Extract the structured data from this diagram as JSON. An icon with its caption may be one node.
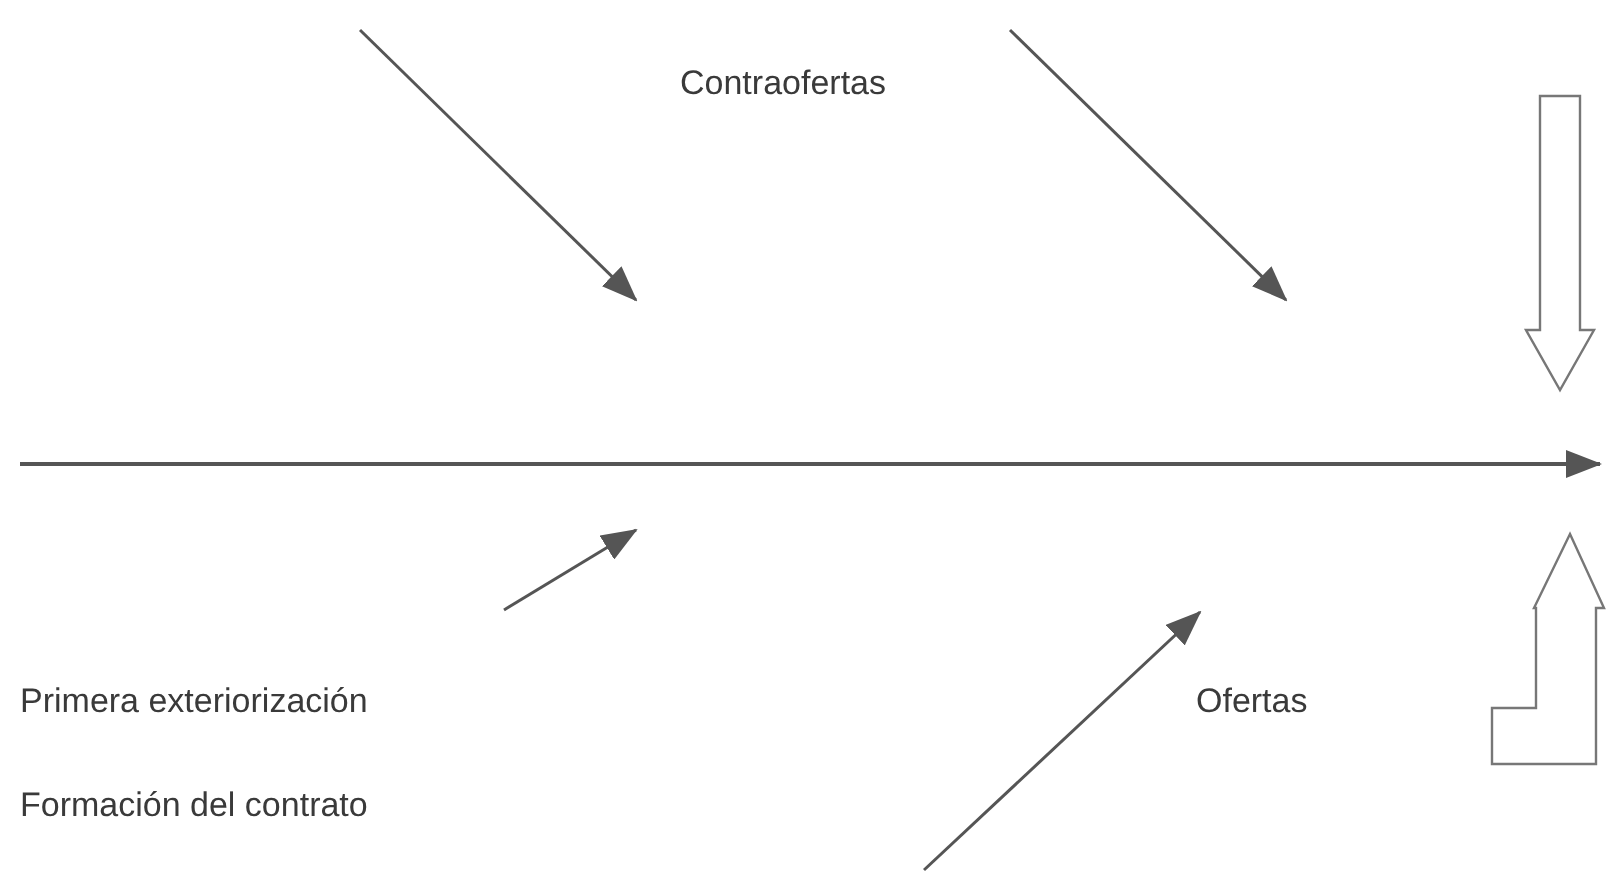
{
  "diagram": {
    "labels": [
      "Contraofertas",
      "Primera exteriorización",
      "Ofertas",
      "Formación del contrato"
    ]
  }
}
